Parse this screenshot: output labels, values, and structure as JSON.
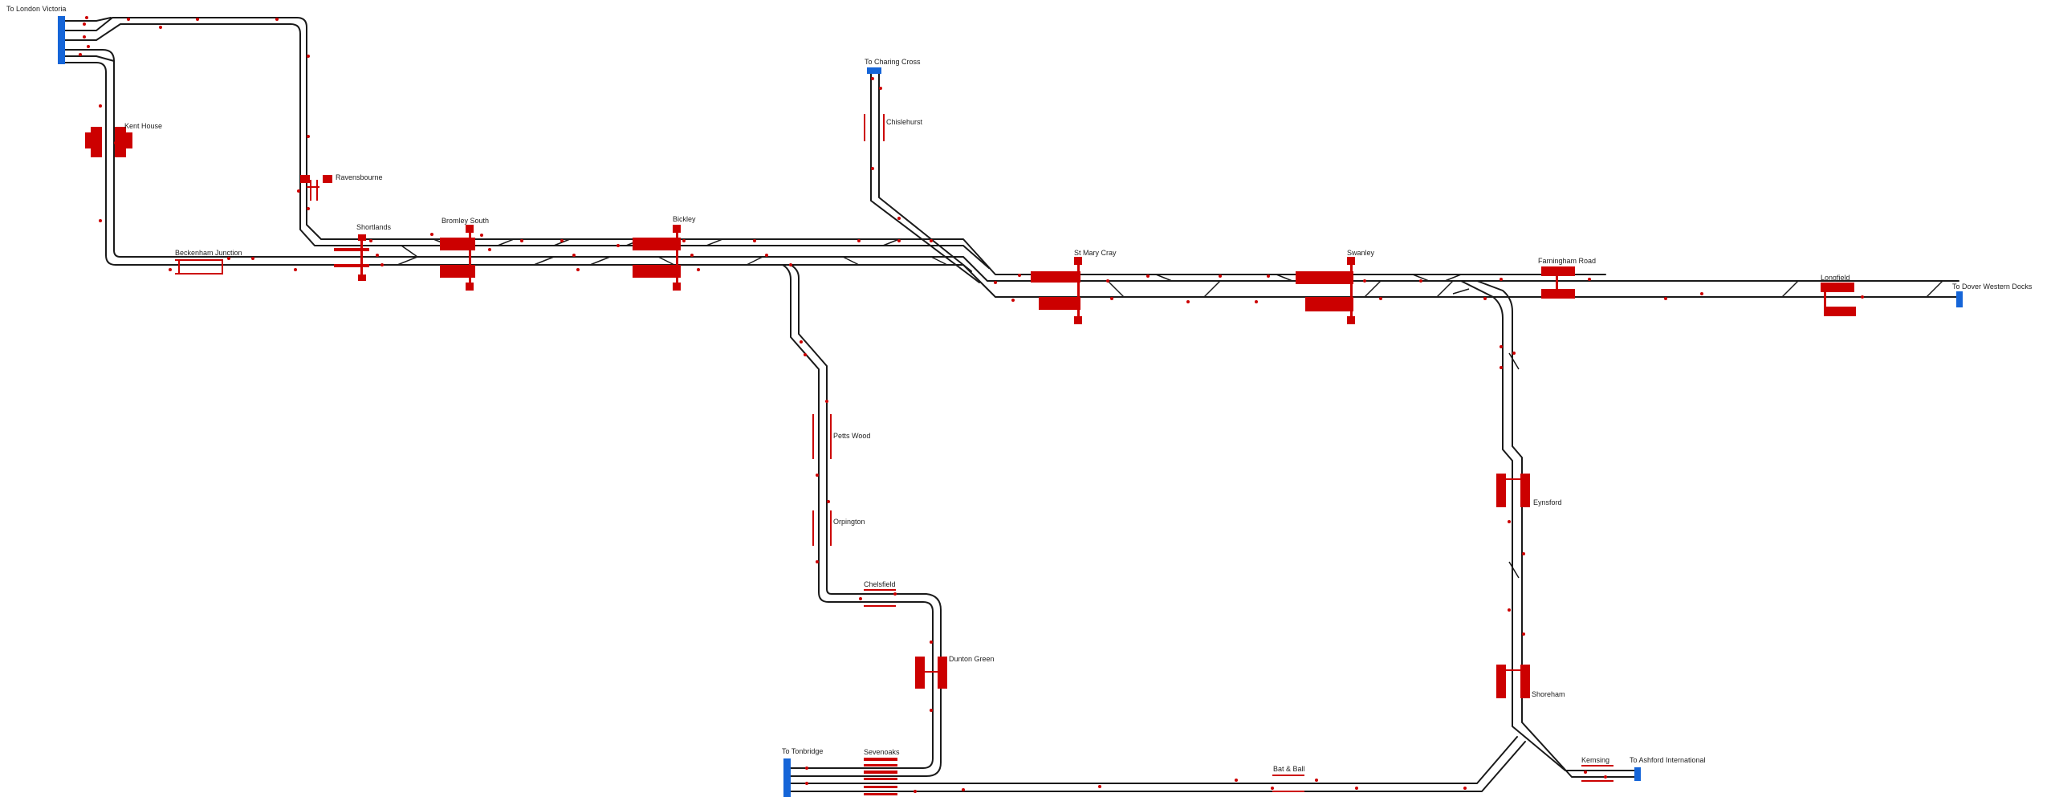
{
  "colors": {
    "track": "#1a1a1a",
    "station": "#cc0000",
    "signal": "#cc0000",
    "exit": "#1565d8",
    "text": "#222222",
    "background": "#ffffff"
  },
  "exits": {
    "london_victoria": "To London Victoria",
    "charing_cross": "To Charing Cross",
    "dover_western_docks": "To Dover Western Docks",
    "tonbridge": "To Tonbridge",
    "ashford_international": "To Ashford International"
  },
  "stations": {
    "kent_house": "Kent House",
    "ravensbourne": "Ravensbourne",
    "shortlands": "Shortlands",
    "beckenham_junction": "Beckenham Junction",
    "bromley_south": "Bromley South",
    "bickley": "Bickley",
    "chislehurst": "Chislehurst",
    "st_mary_cray": "St Mary Cray",
    "swanley": "Swanley",
    "farningham_road": "Farningham Road",
    "longfield": "Longfield",
    "petts_wood": "Petts Wood",
    "orpington": "Orpington",
    "chelsfield": "Chelsfield",
    "dunton_green": "Dunton Green",
    "sevenoaks": "Sevenoaks",
    "bat_and_ball": "Bat & Ball",
    "eynsford": "Eynsford",
    "shoreham": "Shoreham",
    "kemsing": "Kemsing"
  }
}
